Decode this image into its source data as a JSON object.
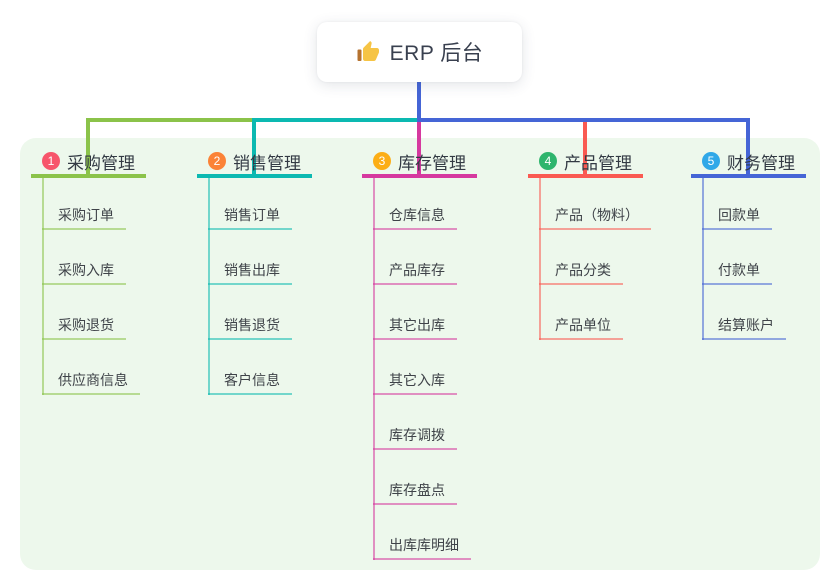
{
  "root": {
    "title": "ERP 后台",
    "icon": "thumbs-up-icon"
  },
  "panel_color": "#edf8ec",
  "root_connector_color": "#4565d6",
  "icon_colors": {
    "thumb_hand": "#f6c445",
    "thumb_cuff": "#b5722f"
  },
  "branches": [
    {
      "num": "1",
      "title": "采购管理",
      "badge_color": "#f7556b",
      "line_color": "#8bc34a",
      "children": [
        "采购订单",
        "采购入库",
        "采购退货",
        "供应商信息"
      ]
    },
    {
      "num": "2",
      "title": "销售管理",
      "badge_color": "#fb8337",
      "line_color": "#0cb9b1",
      "children": [
        "销售订单",
        "销售出库",
        "销售退货",
        "客户信息"
      ]
    },
    {
      "num": "3",
      "title": "库存管理",
      "badge_color": "#fcae16",
      "line_color": "#d6399f",
      "children": [
        "仓库信息",
        "产品库存",
        "其它出库",
        "其它入库",
        "库存调拨",
        "库存盘点",
        "出库库明细"
      ]
    },
    {
      "num": "4",
      "title": "产品管理",
      "badge_color": "#2eb56d",
      "line_color": "#fa5a52",
      "children": [
        "产品（物料）",
        "产品分类",
        "产品单位"
      ]
    },
    {
      "num": "5",
      "title": "财务管理",
      "badge_color": "#30a8e8",
      "line_color": "#4565d6",
      "children": [
        "回款单",
        "付款单",
        "结算账户"
      ]
    }
  ]
}
